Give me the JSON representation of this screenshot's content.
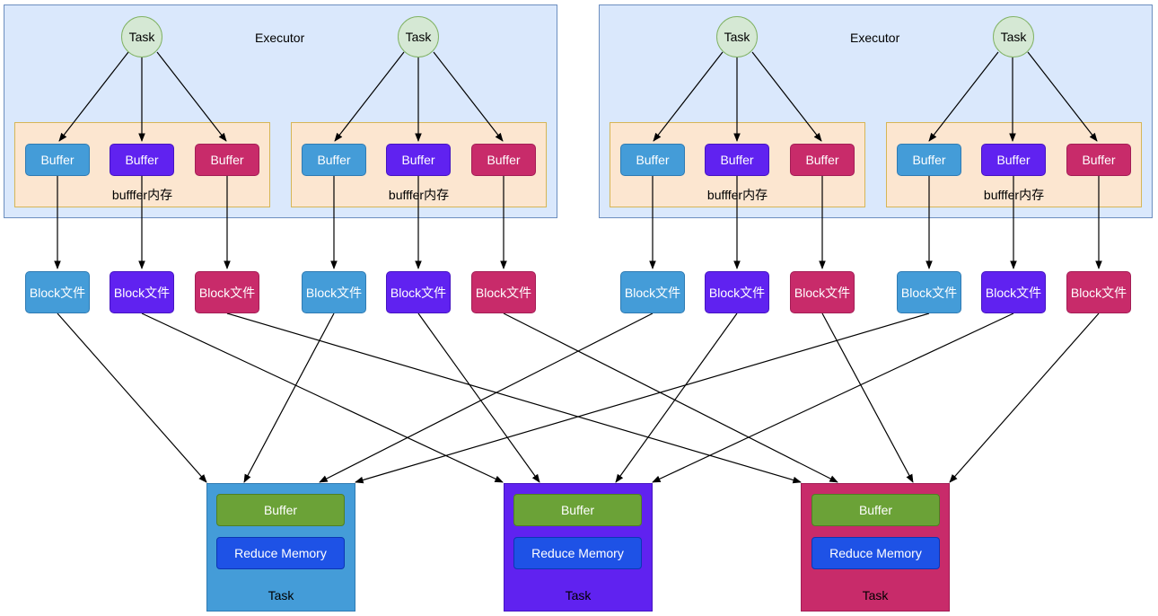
{
  "executors": [
    {
      "label": "Executor",
      "tasks": [
        "Task",
        "Task"
      ],
      "buffer_groups": [
        {
          "label": "bufffer内存",
          "buffers": [
            "Buffer",
            "Buffer",
            "Buffer"
          ]
        },
        {
          "label": "bufffer内存",
          "buffers": [
            "Buffer",
            "Buffer",
            "Buffer"
          ]
        }
      ]
    },
    {
      "label": "Executor",
      "tasks": [
        "Task",
        "Task"
      ],
      "buffer_groups": [
        {
          "label": "bufffer内存",
          "buffers": [
            "Buffer",
            "Buffer",
            "Buffer"
          ]
        },
        {
          "label": "bufffer内存",
          "buffers": [
            "Buffer",
            "Buffer",
            "Buffer"
          ]
        }
      ]
    }
  ],
  "blocks": [
    "Block文件",
    "Block文件",
    "Block文件",
    "Block文件",
    "Block文件",
    "Block文件",
    "Block文件",
    "Block文件",
    "Block文件",
    "Block文件",
    "Block文件",
    "Block文件"
  ],
  "reduce_tasks": [
    {
      "buffer_label": "Buffer",
      "memory_label": "Reduce Memory",
      "label": "Task",
      "color": "blue"
    },
    {
      "buffer_label": "Buffer",
      "memory_label": "Reduce Memory",
      "label": "Task",
      "color": "purple"
    },
    {
      "buffer_label": "Buffer",
      "memory_label": "Reduce Memory",
      "label": "Task",
      "color": "pink"
    }
  ],
  "colors": {
    "blue": "#449cd8",
    "purple": "#6022f0",
    "pink": "#c82b6a",
    "executor_bg": "#dae8fc",
    "buffer_mem_bg": "#fce6d0",
    "task_bg": "#d5e8d4",
    "reduce_buffer": "#6ba237",
    "reduce_memory": "#1e52e6"
  }
}
